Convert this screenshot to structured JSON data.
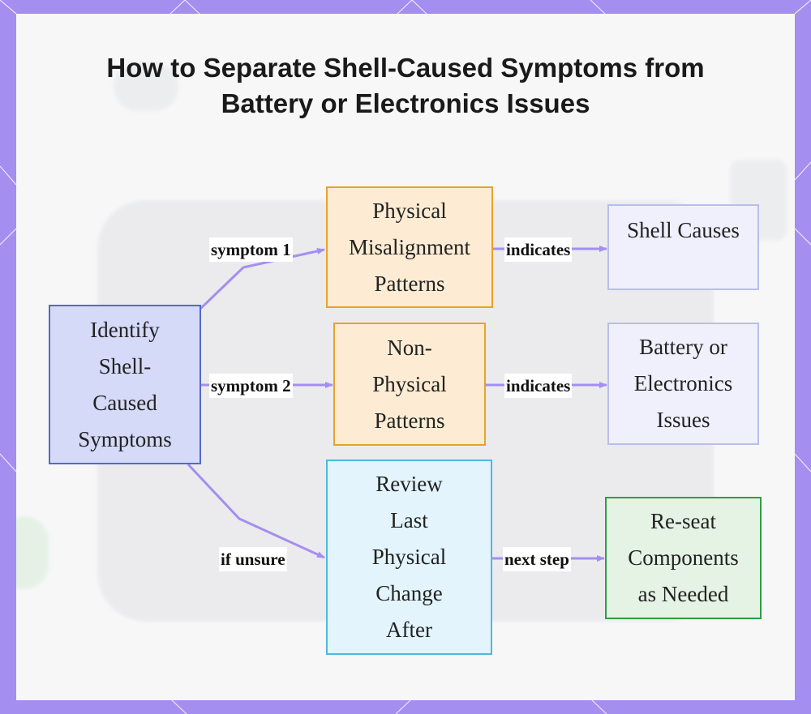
{
  "title": "How to Separate Shell-Caused Symptoms from Battery or Electronics Issues",
  "colors": {
    "frame": "#a48ef0",
    "edge": "#a48ef0",
    "start_fill": "#d5daf8",
    "start_border": "#5568c8",
    "orange_fill": "#fdecd3",
    "orange_border": "#e8a22a",
    "lavender_fill": "#eff0fc",
    "lavender_border": "#b9bdee",
    "blue_fill": "#e3f4fc",
    "blue_border": "#4cb9e0",
    "green_fill": "#e4f3e4",
    "green_border": "#2f9e45"
  },
  "nodes": {
    "start": "Identify Shell-Caused Symptoms",
    "physical": "Physical Misalignment Patterns",
    "nonphysical": "Non-Physical Patterns",
    "review": "Review Last Physical Change After",
    "shell": "Shell Causes",
    "battery": "Battery or Electronics Issues",
    "reseat": "Re-seat Components as Needed"
  },
  "edges": {
    "symptom1": "symptom 1",
    "symptom2": "symptom 2",
    "unsure": "if unsure",
    "indicates1": "indicates",
    "indicates2": "indicates",
    "next": "next step"
  }
}
